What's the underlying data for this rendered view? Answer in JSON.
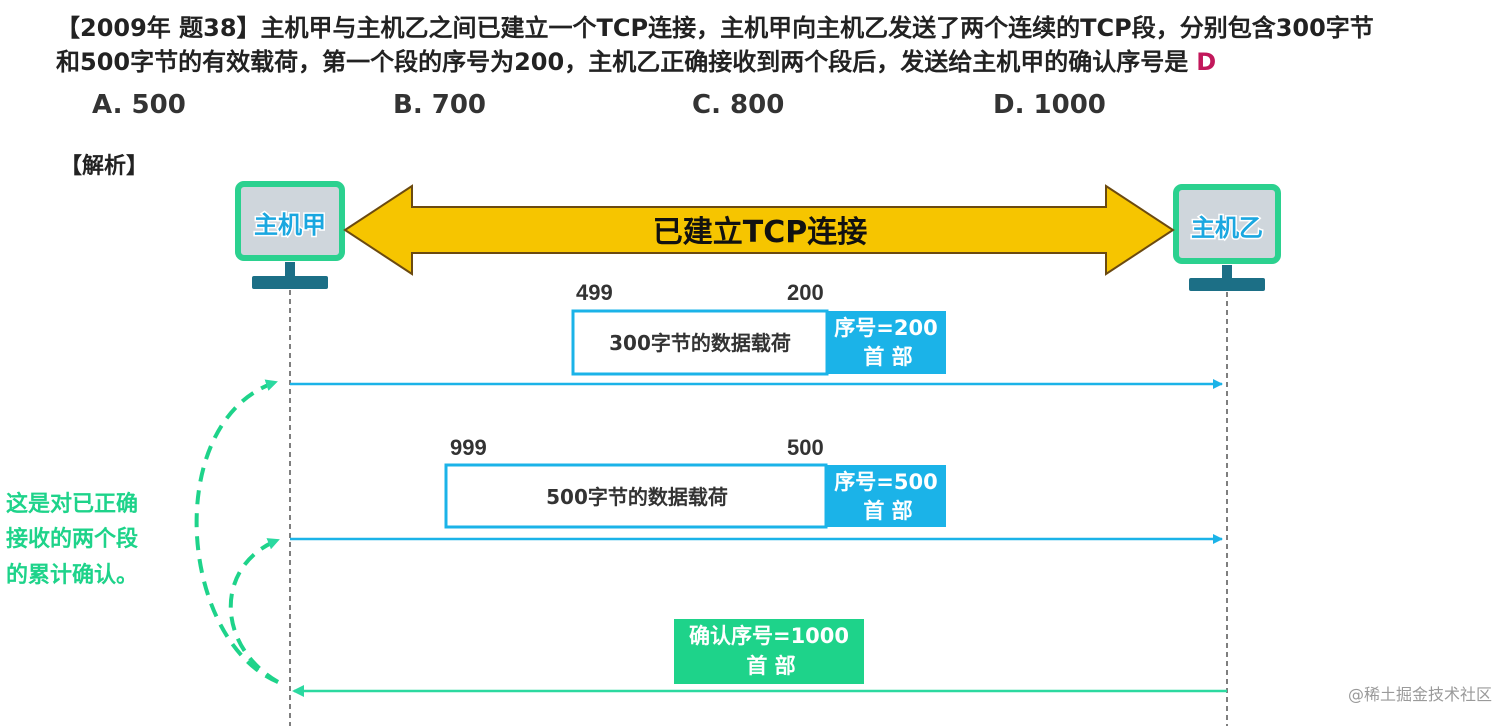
{
  "question": {
    "line1": "【2009年 题38】主机甲与主机乙之间已建立一个TCP连接，主机甲向主机乙发送了两个连续的TCP段，分别包含300字节",
    "line2": "和500字节的有效载荷，第一个段的序号为200，主机乙正确接收到两个段后，发送给主机甲的确认序号是",
    "answer": "D"
  },
  "options": [
    "A. 500",
    "B. 700",
    "C. 800",
    "D. 1000"
  ],
  "analysis_label": "【解析】",
  "diagram": {
    "host_a": "主机甲",
    "host_b": "主机乙",
    "connection": "已建立TCP连接",
    "segment1": {
      "end_seq": "499",
      "start_seq": "200",
      "payload": "300字节的数据载荷",
      "header_line1": "序号=200",
      "header_line2": "首 部"
    },
    "segment2": {
      "end_seq": "999",
      "start_seq": "500",
      "payload": "500字节的数据载荷",
      "header_line1": "序号=500",
      "header_line2": "首 部"
    },
    "ack": {
      "header_line1": "确认序号=1000",
      "header_line2": "首 部"
    },
    "note": [
      "这是对已正确",
      "接收的两个段",
      "的累计确认。"
    ]
  },
  "watermark": "@稀土掘金技术社区",
  "colors": {
    "host_border": "#2bd18f",
    "host_screen": "#cfd6dc",
    "host_label": "#1aa7e0",
    "host_stand": "#1c6f86",
    "connection_arrow": "#f6c500",
    "segment_arrow": "#1bb3e8",
    "header_fill": "#1bb3e8",
    "ack_arrow": "#2bd9a0",
    "ack_fill": "#1ed38a",
    "note_color": "#1ed38a"
  }
}
